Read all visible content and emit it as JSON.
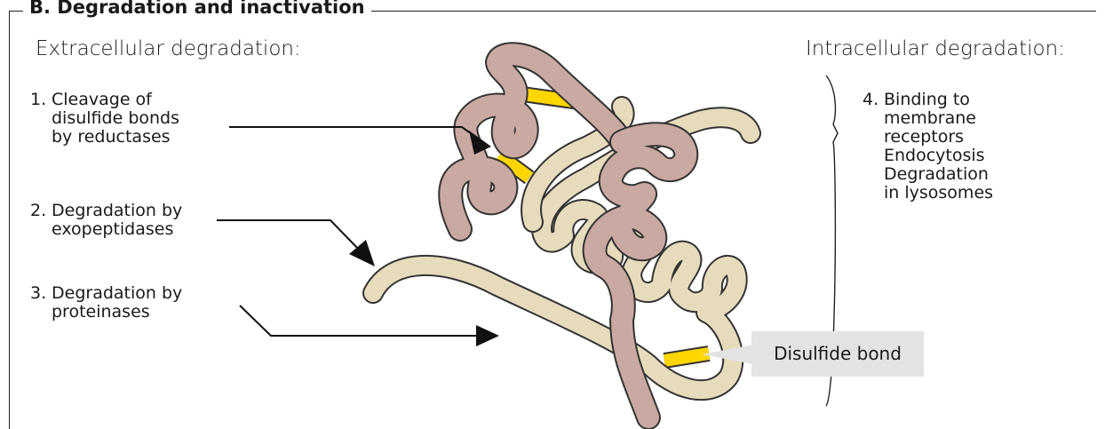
{
  "section_title": "B. Degradation and inactivation",
  "headings": {
    "extracellular": "Extracellular degradation:",
    "intracellular": "Intracellular degradation:"
  },
  "labels": [
    {
      "number": "1.",
      "lines": [
        "Cleavage of",
        "disulfide bonds",
        "by reductases"
      ]
    },
    {
      "number": "2.",
      "lines": [
        "Degradation by",
        "exopeptidases"
      ]
    },
    {
      "number": "3.",
      "lines": [
        "Degradation by",
        "proteinases"
      ]
    },
    {
      "number": "4.",
      "lines": [
        "Binding to",
        "membrane",
        "receptors",
        "Endocytosis",
        "Degradation",
        "in lysosomes"
      ]
    }
  ],
  "callout": "Disulfide bond",
  "colors": {
    "chain_beige": "#e6dcbc",
    "chain_pink": "#c9a9a1",
    "disulfide_yellow": "#ffd600",
    "outline": "#333333",
    "callout_bg": "#e3e3e3"
  }
}
